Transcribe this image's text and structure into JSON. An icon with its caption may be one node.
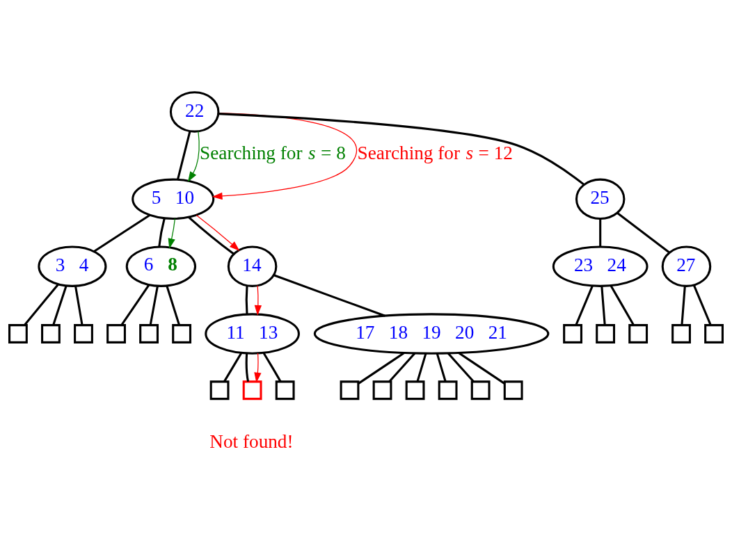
{
  "diagram": {
    "nodes": [
      {
        "text": [
          "22"
        ]
      },
      {
        "text": [
          "5 10"
        ]
      },
      {
        "text": [
          "25"
        ]
      },
      {
        "text": [
          "3 4"
        ]
      },
      {
        "text": [
          "6 **8**"
        ]
      },
      {
        "text": [
          "14"
        ]
      },
      {
        "text": [
          "23 24"
        ]
      },
      {
        "text": [
          "27"
        ]
      },
      {
        "text": [
          "11 13"
        ]
      },
      {
        "text": [
          "17 18 19 20 21"
        ]
      },
      {
        "text": [],
        "shape": "box"
      },
      {
        "text": [],
        "shape": "box"
      },
      {
        "text": [],
        "shape": "box"
      },
      {
        "text": [],
        "shape": "box"
      },
      {
        "text": [],
        "shape": "box"
      },
      {
        "text": [],
        "shape": "box"
      },
      {
        "text": [],
        "shape": "box"
      },
      {
        "text": [],
        "shape": "box"
      },
      {
        "text": [],
        "shape": "box"
      },
      {
        "text": [],
        "shape": "box"
      },
      {
        "text": [],
        "shape": "box"
      },
      {
        "text": [],
        "shape": "box"
      },
      {
        "text": [],
        "shape": "box",
        "beside": [
          "Not found!"
        ]
      },
      {
        "text": [],
        "shape": "box"
      },
      {
        "text": [],
        "shape": "box"
      },
      {
        "text": [],
        "shape": "box"
      },
      {
        "text": [],
        "shape": "box"
      },
      {
        "text": [],
        "shape": "box"
      },
      {
        "text": [],
        "shape": "box"
      },
      {
        "text": [],
        "shape": "box"
      }
    ],
    "edges": [
      {
        "from": 0,
        "to": 1,
        "arrow": "none"
      },
      {
        "from": 0,
        "to": 2,
        "arrow": "none"
      },
      {
        "from": 1,
        "to": 3,
        "arrow": "none"
      },
      {
        "from": 1,
        "to": 4,
        "arrow": "none"
      },
      {
        "from": 1,
        "to": 5,
        "arrow": "none"
      },
      {
        "from": 2,
        "to": 6,
        "arrow": "none"
      },
      {
        "from": 2,
        "to": 7,
        "arrow": "none"
      },
      {
        "from": 5,
        "to": 8,
        "arrow": "none"
      },
      {
        "from": 5,
        "to": 9,
        "arrow": "none"
      },
      {
        "from": 3,
        "to": 10,
        "arrow": "none"
      },
      {
        "from": 3,
        "to": 11,
        "arrow": "none"
      },
      {
        "from": 3,
        "to": 12,
        "arrow": "none"
      },
      {
        "from": 4,
        "to": 13,
        "arrow": "none"
      },
      {
        "from": 4,
        "to": 14,
        "arrow": "none"
      },
      {
        "from": 4,
        "to": 15,
        "arrow": "none"
      },
      {
        "from": 6,
        "to": 16,
        "arrow": "none"
      },
      {
        "from": 6,
        "to": 17,
        "arrow": "none"
      },
      {
        "from": 6,
        "to": 18,
        "arrow": "none"
      },
      {
        "from": 7,
        "to": 19,
        "arrow": "none"
      },
      {
        "from": 7,
        "to": 20,
        "arrow": "none"
      },
      {
        "from": 8,
        "to": 21,
        "arrow": "none"
      },
      {
        "from": 8,
        "to": 22,
        "arrow": "none"
      },
      {
        "from": 8,
        "to": 23,
        "arrow": "none"
      },
      {
        "from": 9,
        "to": 24,
        "arrow": "none"
      },
      {
        "from": 9,
        "to": 25,
        "arrow": "none"
      },
      {
        "from": 9,
        "to": 26,
        "arrow": "none"
      },
      {
        "from": 9,
        "to": 27,
        "arrow": "none"
      },
      {
        "from": 9,
        "to": 28,
        "arrow": "none"
      },
      {
        "from": 9,
        "to": 29,
        "arrow": "none"
      },
      {
        "from": 0,
        "to": 1,
        "arrow": "to",
        "label": "Searching for *s* = 8",
        "color": "#008000"
      },
      {
        "from": 1,
        "to": 4,
        "arrow": "to",
        "color": "#008000"
      },
      {
        "from": 0,
        "to": 1,
        "arrow": "to",
        "label": "Searching for *s* = 12",
        "color": "#ff0000"
      },
      {
        "from": 1,
        "to": 5,
        "arrow": "to",
        "color": "#ff0000"
      },
      {
        "from": 5,
        "to": 8,
        "arrow": "to",
        "color": "#ff0000"
      },
      {
        "from": 8,
        "to": 22,
        "arrow": "to",
        "color": "#ff0000"
      }
    ]
  }
}
